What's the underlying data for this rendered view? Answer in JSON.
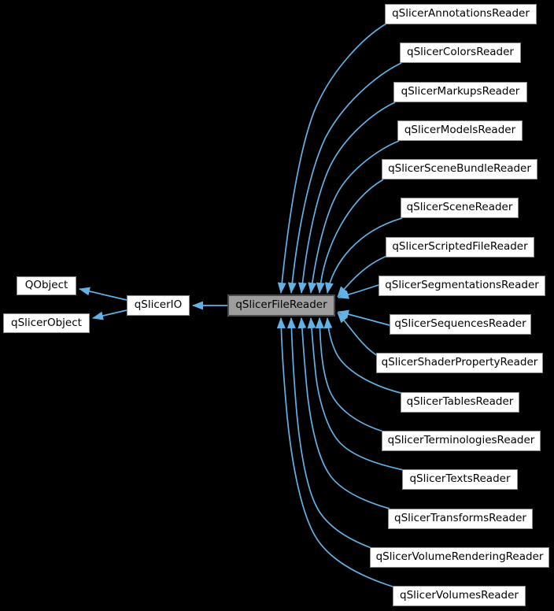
{
  "graph": {
    "title": "qSlicerFileReader inheritance diagram",
    "colors": {
      "background": "#000000",
      "edge": "#63B1E5",
      "node_fill": "#ffffff",
      "node_border": "#8a8a8a",
      "highlight_fill": "#9e9e9e",
      "highlight_border": "#4a4a4a",
      "text": "#000000"
    },
    "base_nodes": {
      "qobject": {
        "label": "QObject"
      },
      "qslicer_object": {
        "label": "qSlicerObject"
      },
      "qslicer_io": {
        "label": "qSlicerIO"
      },
      "qslicer_file_reader": {
        "label": "qSlicerFileReader"
      }
    },
    "derived_nodes": [
      {
        "label": "qSlicerAnnotationsReader"
      },
      {
        "label": "qSlicerColorsReader"
      },
      {
        "label": "qSlicerMarkupsReader"
      },
      {
        "label": "qSlicerModelsReader"
      },
      {
        "label": "qSlicerSceneBundleReader"
      },
      {
        "label": "qSlicerSceneReader"
      },
      {
        "label": "qSlicerScriptedFileReader"
      },
      {
        "label": "qSlicerSegmentationsReader"
      },
      {
        "label": "qSlicerSequencesReader"
      },
      {
        "label": "qSlicerShaderPropertyReader"
      },
      {
        "label": "qSlicerTablesReader"
      },
      {
        "label": "qSlicerTerminologiesReader"
      },
      {
        "label": "qSlicerTextsReader"
      },
      {
        "label": "qSlicerTransformsReader"
      },
      {
        "label": "qSlicerVolumeRenderingReader"
      },
      {
        "label": "qSlicerVolumesReader"
      }
    ]
  }
}
